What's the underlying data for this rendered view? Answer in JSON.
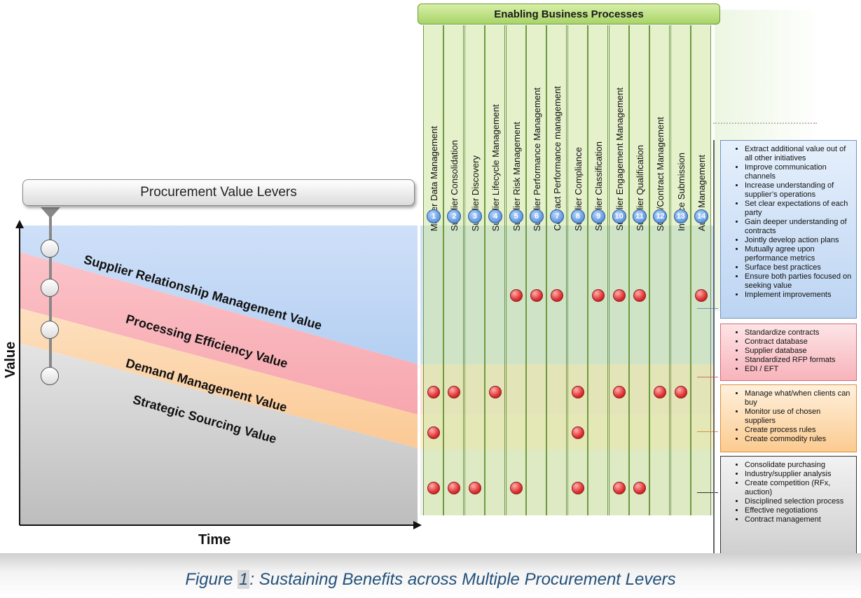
{
  "lever_panel_title": "Procurement Value Levers",
  "processes_header": "Enabling Business Processes",
  "processes": [
    {
      "num": "1",
      "label": "Master Data Management"
    },
    {
      "num": "2",
      "label": "Supplier Consolidation"
    },
    {
      "num": "3",
      "label": "Supplier Discovery"
    },
    {
      "num": "4",
      "label": "Supplier Lifecycle Management"
    },
    {
      "num": "5",
      "label": "Supplier Risk Management"
    },
    {
      "num": "6",
      "label": "Supplier Performance Management"
    },
    {
      "num": "7",
      "label": "Contract Performance management"
    },
    {
      "num": "8",
      "label": "Supplier Compliance"
    },
    {
      "num": "9",
      "label": "Supplier Classification"
    },
    {
      "num": "10",
      "label": "Supplier Engagement Management"
    },
    {
      "num": "11",
      "label": "Supplier Qualification"
    },
    {
      "num": "12",
      "label": "SOW/Contract Management"
    },
    {
      "num": "13",
      "label": "Invoice Submission"
    },
    {
      "num": "14",
      "label": "Audit Management"
    }
  ],
  "levers": [
    {
      "name": "Supplier Relationship Management Value",
      "color": "#a9c8f0",
      "markers": [
        5,
        6,
        7,
        9,
        10,
        11,
        14
      ]
    },
    {
      "name": "Processing Efficiency Value",
      "color": "#f6a9b0",
      "markers": [
        1,
        2,
        4,
        8,
        10,
        12,
        13
      ]
    },
    {
      "name": "Demand Management Value",
      "color": "#fbd0a0",
      "markers": [
        1,
        8
      ]
    },
    {
      "name": "Strategic Sourcing Value",
      "color": "#c8c8c8",
      "markers": [
        1,
        2,
        3,
        5,
        8,
        10,
        11
      ]
    }
  ],
  "benefits": {
    "srm": [
      "Extract additional value out of all other initiatives",
      "Improve communication channels",
      "Increase understanding of supplier’s operations",
      "Set clear expectations of each party",
      "Gain deeper understanding of contracts",
      "Jointly develop action plans",
      "Mutually agree upon performance metrics",
      "Surface best practices",
      "Ensure both parties focused on seeking value",
      "Implement improvements"
    ],
    "processing": [
      "Standardize contracts",
      "Contract database",
      "Supplier database",
      "Standardized RFP formats",
      "EDI / EFT"
    ],
    "demand": [
      "Manage what/when clients can buy",
      "Monitor use of chosen suppliers",
      "Create process rules",
      "Create commodity rules"
    ],
    "sourcing": [
      "Consolidate purchasing",
      "Industry/supplier analysis",
      "Create competition (RFx, auction)",
      "Disciplined selection process",
      "Effective negotiations",
      "Contract management"
    ]
  },
  "axis": {
    "y": "Value",
    "x": "Time"
  },
  "caption": {
    "prefix": "Figure ",
    "num": "1",
    "suffix": ": Sustaining Benefits across Multiple Procurement Levers"
  }
}
